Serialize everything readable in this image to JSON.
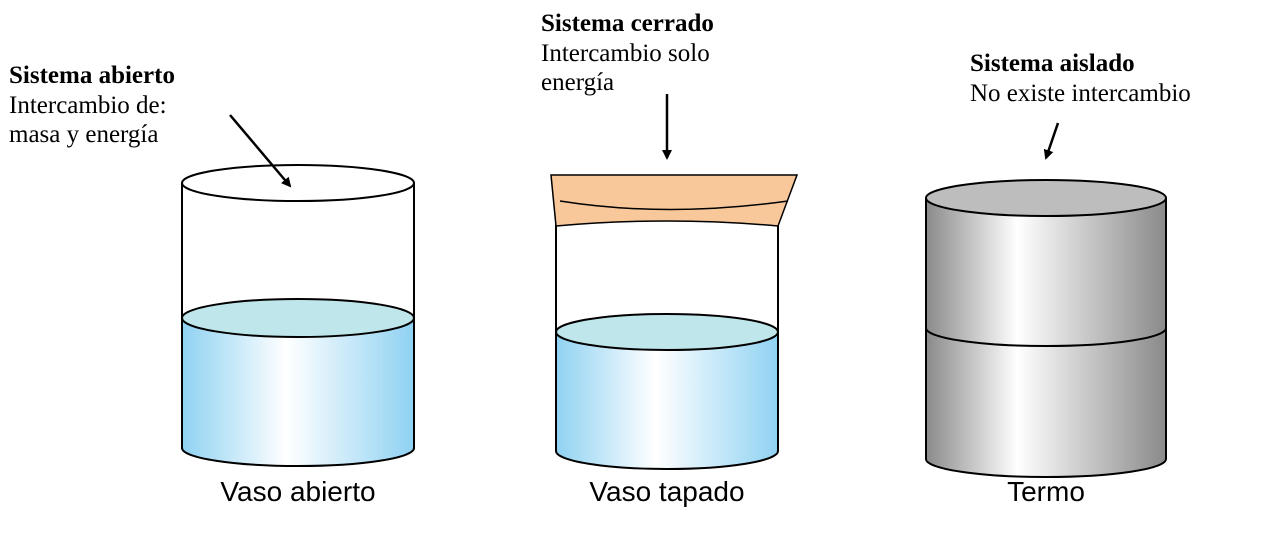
{
  "systems": [
    {
      "heading": "Sistema abierto",
      "desc_lines": [
        "Intercambio de:",
        "masa y energía"
      ],
      "caption": "Vaso abierto",
      "fill": "open-beaker-with-water"
    },
    {
      "heading": "Sistema cerrado",
      "desc_lines": [
        "Intercambio solo",
        "energía"
      ],
      "caption": "Vaso tapado",
      "fill": "covered-beaker-with-water"
    },
    {
      "heading": "Sistema aislado",
      "desc_lines": [
        "No existe intercambio"
      ],
      "caption": "Termo",
      "fill": "thermos"
    }
  ],
  "colors": {
    "water_side": "#a9ddf4",
    "water_top": "#bfe6ea",
    "lid": "#f8c89a",
    "thermos_body": "#c8c8c8",
    "thermos_top": "#bdbdbd",
    "outline": "#000000"
  }
}
